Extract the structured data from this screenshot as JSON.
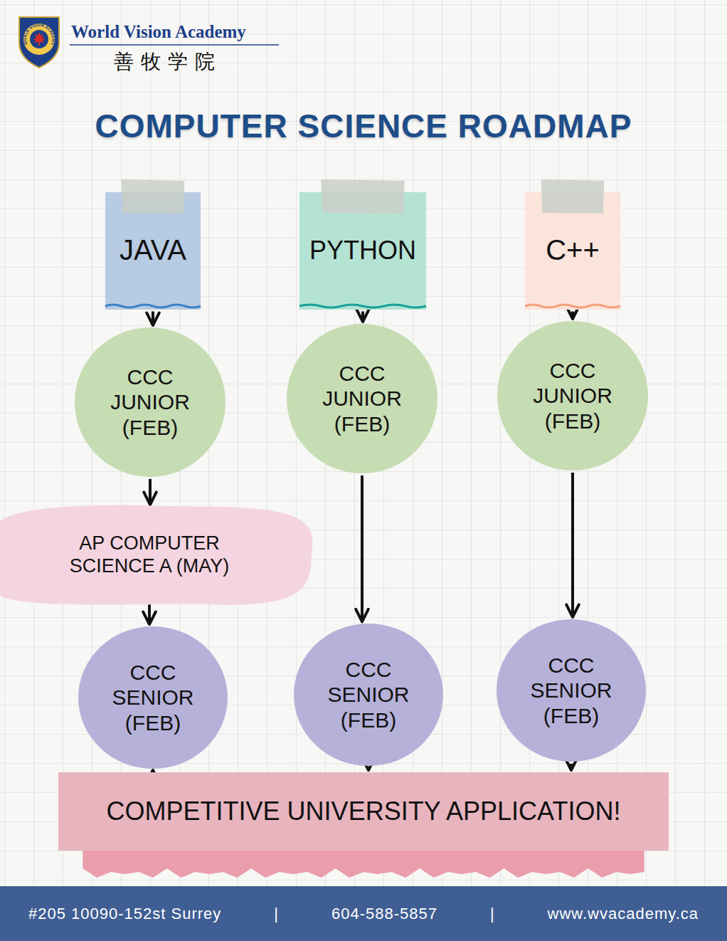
{
  "diagram": {
    "title": "COMPUTER SCIENCE ROADMAP",
    "nodes": [
      {
        "text": [
          "JAVA"
        ]
      },
      {
        "text": [
          "PYTHON"
        ]
      },
      {
        "text": [
          "C++"
        ]
      },
      {
        "text": [
          "CCC JUNIOR (FEB)"
        ]
      },
      {
        "text": [
          "CCC JUNIOR (FEB)"
        ]
      },
      {
        "text": [
          "CCC JUNIOR (FEB)"
        ]
      },
      {
        "text": [
          "AP COMPUTER SCIENCE A (MAY)"
        ]
      },
      {
        "text": [
          "CCC SENIOR (FEB)"
        ]
      },
      {
        "text": [
          "CCC SENIOR (FEB)"
        ]
      },
      {
        "text": [
          "CCC SENIOR (FEB)"
        ]
      },
      {
        "text": [
          "COMPETITIVE UNIVERSITY APPLICATION!"
        ]
      }
    ],
    "edges": [
      {
        "from": 0,
        "to": 3,
        "arrow": "to"
      },
      {
        "from": 1,
        "to": 4,
        "arrow": "to"
      },
      {
        "from": 2,
        "to": 5,
        "arrow": "to"
      },
      {
        "from": 3,
        "to": 6,
        "arrow": "to"
      },
      {
        "from": 6,
        "to": 7,
        "arrow": "to"
      },
      {
        "from": 4,
        "to": 8,
        "arrow": "to"
      },
      {
        "from": 5,
        "to": 9,
        "arrow": "to"
      },
      {
        "from": 7,
        "to": 10,
        "arrow": "to"
      },
      {
        "from": 8,
        "to": 10,
        "arrow": "to"
      },
      {
        "from": 9,
        "to": 10,
        "arrow": "to"
      }
    ],
    "labels": [
      "WORLD VISION ACADEMY",
      "World Vision Academy",
      "善牧学院",
      "#205 10090-152st Surrey",
      "|",
      "604-588-5857",
      "|",
      "www.wvacademy.ca"
    ]
  }
}
